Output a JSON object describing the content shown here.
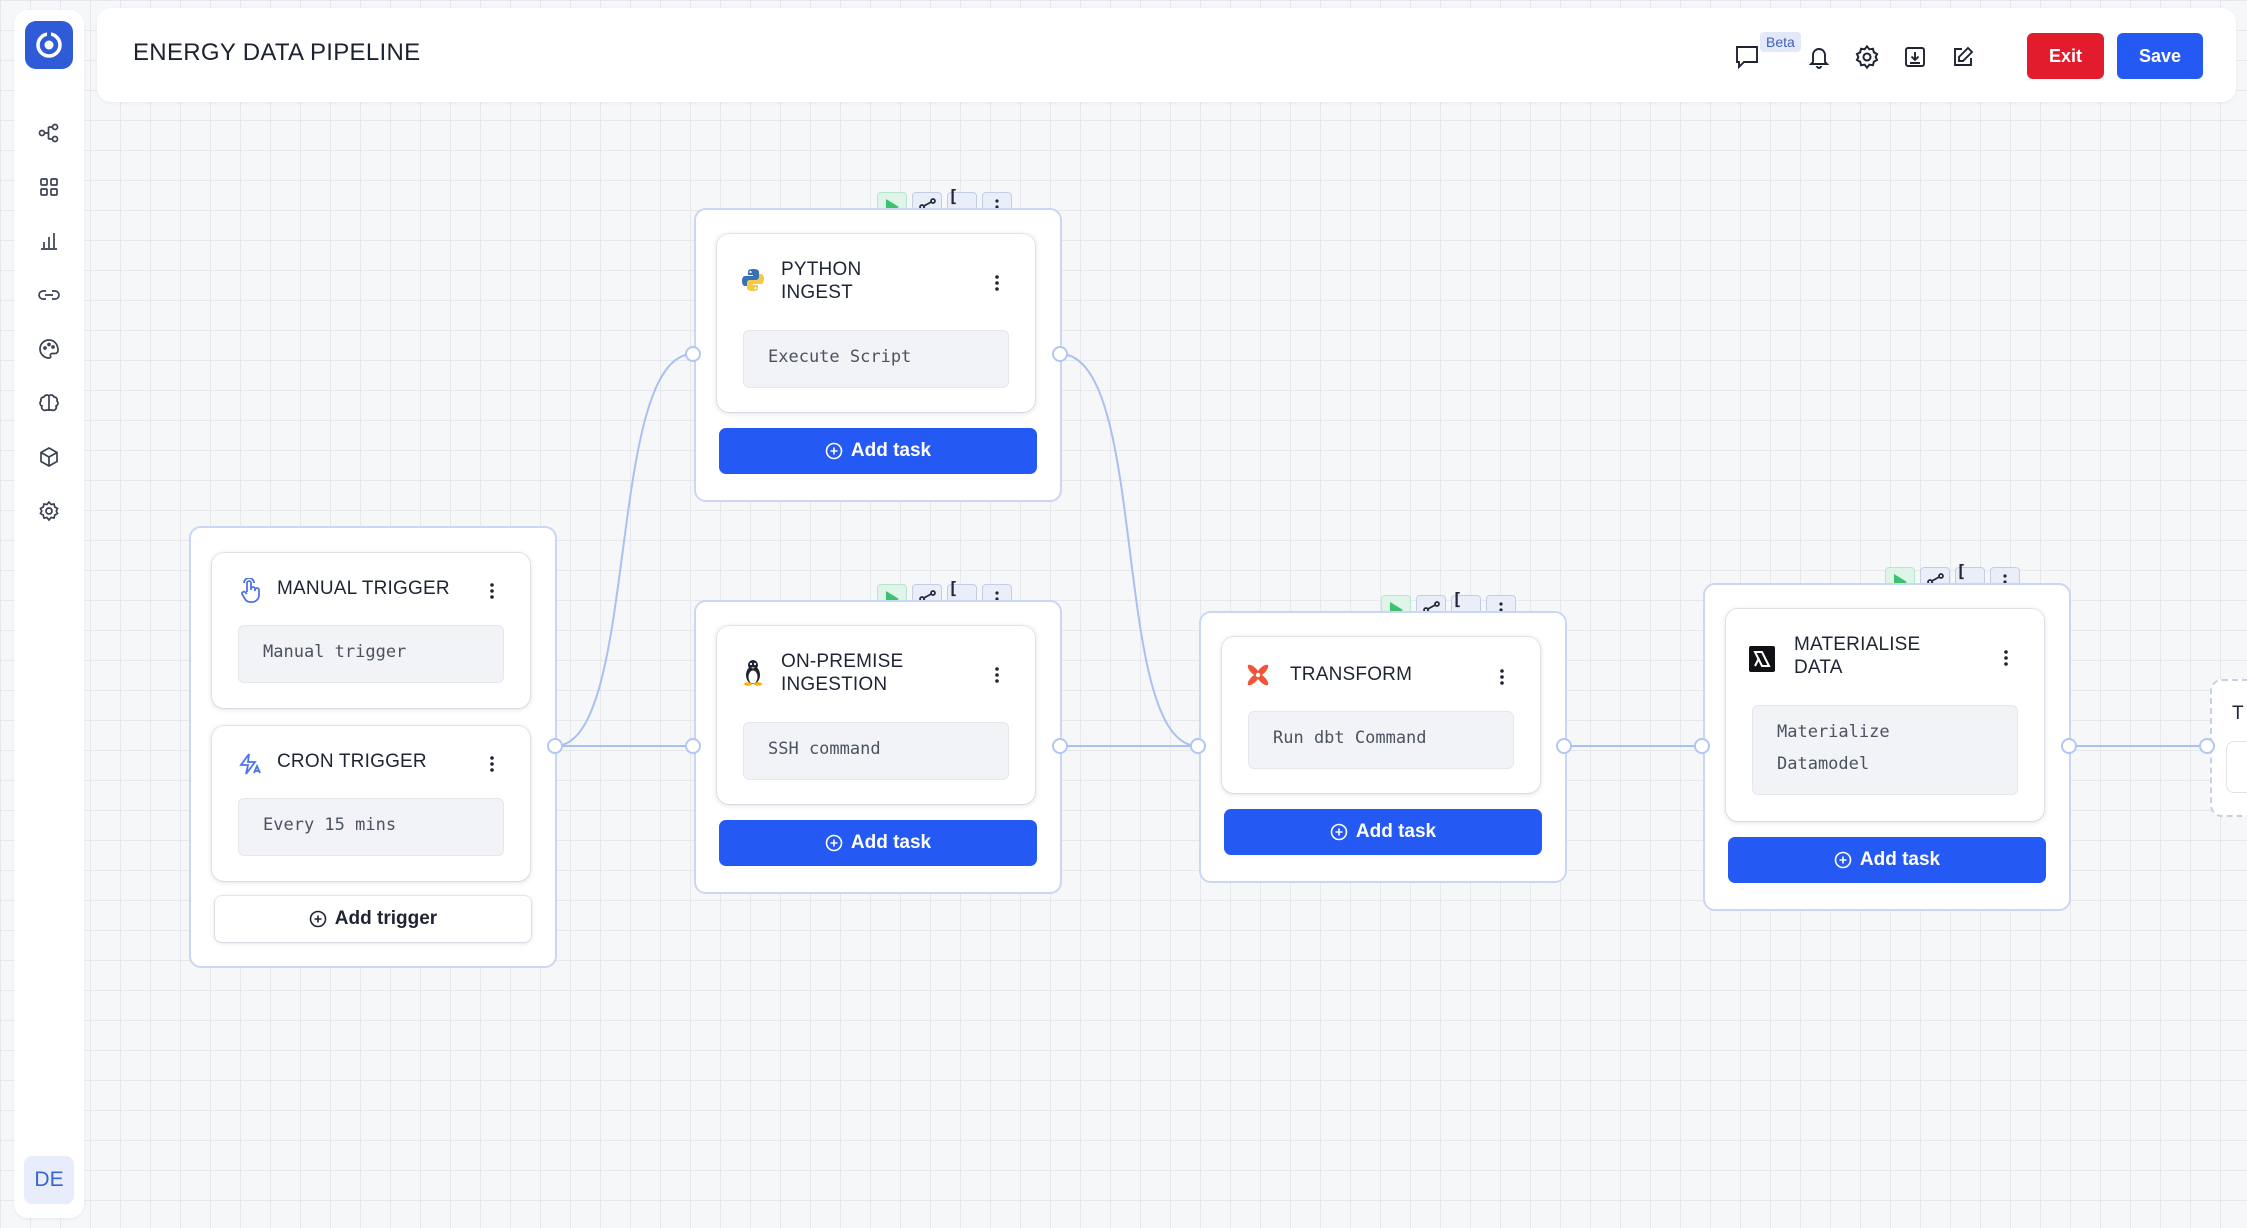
{
  "header": {
    "title": "ENERGY DATA PIPELINE",
    "beta_badge": "Beta",
    "exit_label": "Exit",
    "save_label": "Save"
  },
  "sidebar": {
    "items": [
      "pipeline-icon",
      "grid-icon",
      "bar-chart-icon",
      "link-icon",
      "palette-icon",
      "brain-icon",
      "cube-icon",
      "settings-icon"
    ],
    "user_initials": "DE"
  },
  "triggers": {
    "manual": {
      "title": "MANUAL TRIGGER",
      "detail": "Manual trigger"
    },
    "cron": {
      "title": "CRON TRIGGER",
      "detail": "Every 15 mins"
    },
    "add_label": "Add trigger"
  },
  "tasks": {
    "python_ingest": {
      "title_line1": "PYTHON",
      "title_line2": "INGEST",
      "detail": "Execute Script"
    },
    "onprem_ingest": {
      "title_line1": "ON-PREMISE",
      "title_line2": "INGESTION",
      "detail": "SSH command"
    },
    "transform": {
      "title": "TRANSFORM",
      "detail": "Run dbt Command"
    },
    "materialise": {
      "title_line1": "MATERIALISE",
      "title_line2": "DATA",
      "detail_line1": "Materialize",
      "detail_line2": "Datamodel"
    },
    "add_task_label": "Add task"
  },
  "toolbar": {
    "brackets_label": "[ ]"
  },
  "offscreen_group_label": "T"
}
